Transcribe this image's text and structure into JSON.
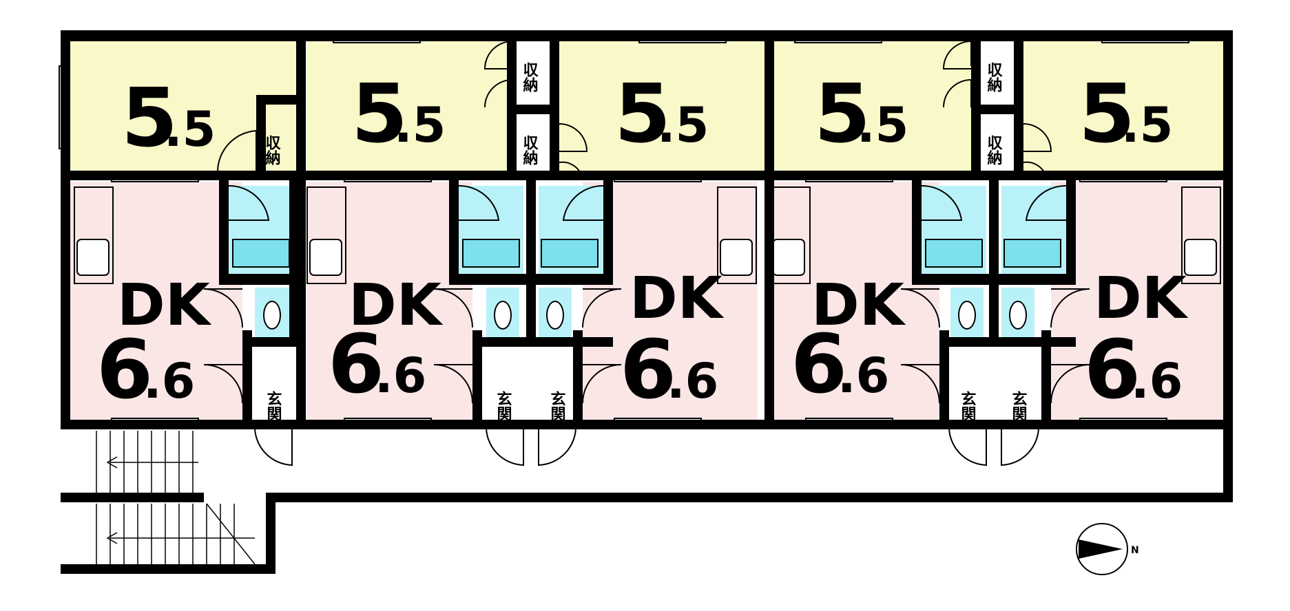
{
  "units": [
    {
      "bedroom": {
        "int": "5",
        "dec": ".5"
      },
      "dk_label": "DK",
      "dk": {
        "int": "6",
        "dec": ".6"
      },
      "storage": "収納",
      "entrance": "玄関"
    },
    {
      "bedroom": {
        "int": "5",
        "dec": ".5"
      },
      "dk_label": "DK",
      "dk": {
        "int": "6",
        "dec": ".6"
      },
      "storage": "収納",
      "entrance": "玄関"
    },
    {
      "bedroom": {
        "int": "5",
        "dec": ".5"
      },
      "dk_label": "DK",
      "dk": {
        "int": "6",
        "dec": ".6"
      },
      "storage": "収納",
      "entrance": "玄関"
    },
    {
      "bedroom": {
        "int": "5",
        "dec": ".5"
      },
      "dk_label": "DK",
      "dk": {
        "int": "6",
        "dec": ".6"
      },
      "storage": "収納",
      "entrance": "玄関"
    },
    {
      "bedroom": {
        "int": "5",
        "dec": ".5"
      },
      "dk_label": "DK",
      "dk": {
        "int": "6",
        "dec": ".6"
      },
      "storage": "収納",
      "entrance": "玄関"
    }
  ],
  "compass": {
    "label": "N"
  },
  "colors": {
    "bedroom": "#f8f8c8",
    "dk": "#fbe6e6",
    "bath": "#b8f2f8",
    "tub": "#7ee0ec",
    "wall": "#000000"
  }
}
